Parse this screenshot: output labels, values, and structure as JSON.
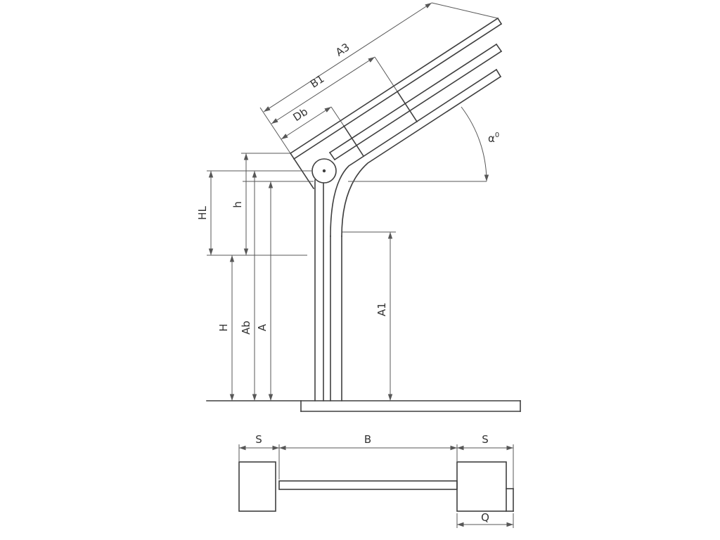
{
  "diagram": {
    "kind": "technical-dimension-drawing",
    "colors": {
      "background": "#ffffff",
      "structure_line": "#3f3f3f",
      "dimension_line": "#575757",
      "label_text": "#333333"
    }
  },
  "labels": {
    "a3": "A3",
    "b1": "B1",
    "db": "Db",
    "alpha": "α",
    "alpha_sup": "0",
    "hl": "HL",
    "h": "h",
    "H": "H",
    "ab": "Ab",
    "a": "A",
    "a1": "A1",
    "s_left": "S",
    "b": "B",
    "s_right": "S",
    "q": "Q"
  }
}
